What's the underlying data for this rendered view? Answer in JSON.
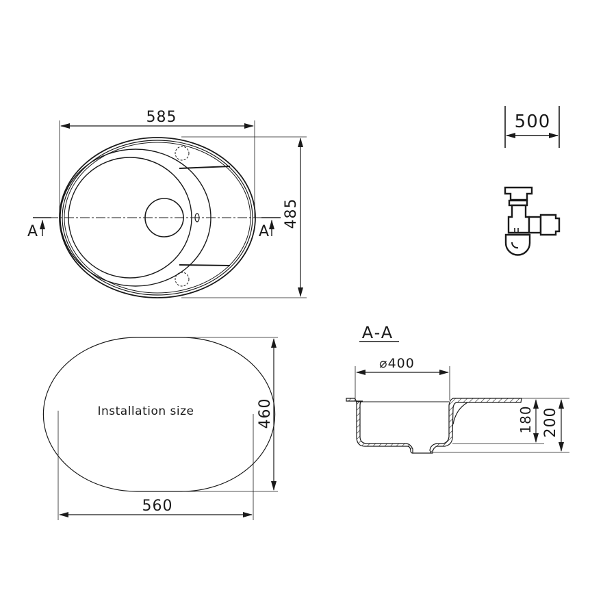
{
  "drawing": {
    "top_view": {
      "width_label": "585",
      "height_label": "485",
      "section_marker_left": "A",
      "section_marker_right": "A"
    },
    "siphon": {
      "cabinet_width_label": "500"
    },
    "installation": {
      "caption": "Installation size",
      "width_label": "560",
      "height_label": "460"
    },
    "section": {
      "title": "A-A",
      "bowl_diameter_label": "⌀400",
      "inner_depth_label": "180",
      "total_depth_label": "200"
    },
    "colors": {
      "line": "#1a1a1a",
      "background": "#ffffff"
    }
  }
}
